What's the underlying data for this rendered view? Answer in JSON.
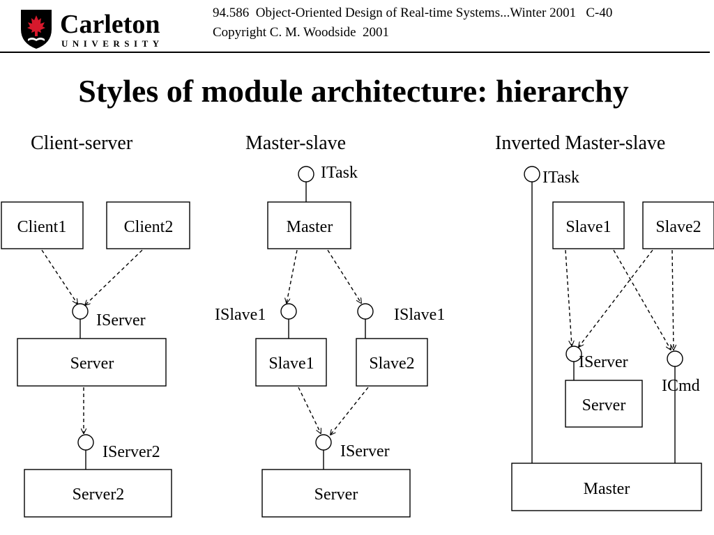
{
  "header": {
    "university_name": "Carleton",
    "university_sub": "UNIVERSITY",
    "course_line": "94.586  Object-Oriented Design of Real-time Systems...Winter 2001   C-40",
    "copyright_line": "Copyright C. M. Woodside  2001"
  },
  "title": "Styles of module architecture: hierarchy",
  "colors": {
    "ink": "#000000",
    "background": "#ffffff",
    "shield_red": "#d6192c"
  },
  "client_server": {
    "heading": "Client-server",
    "client1": "Client1",
    "client2": "Client2",
    "iserver": "IServer",
    "server": "Server",
    "iserver2": "IServer2",
    "server2": "Server2"
  },
  "master_slave": {
    "heading": "Master-slave",
    "itask": "ITask",
    "master": "Master",
    "islave1_left": "ISlave1",
    "islave1_right": "ISlave1",
    "slave1": "Slave1",
    "slave2": "Slave2",
    "iserver": "IServer",
    "server": "Server"
  },
  "inverted": {
    "heading": "Inverted Master-slave",
    "itask": "ITask",
    "slave1": "Slave1",
    "slave2": "Slave2",
    "iserver": "IServer",
    "icmd": "ICmd",
    "server": "Server",
    "master": "Master"
  }
}
